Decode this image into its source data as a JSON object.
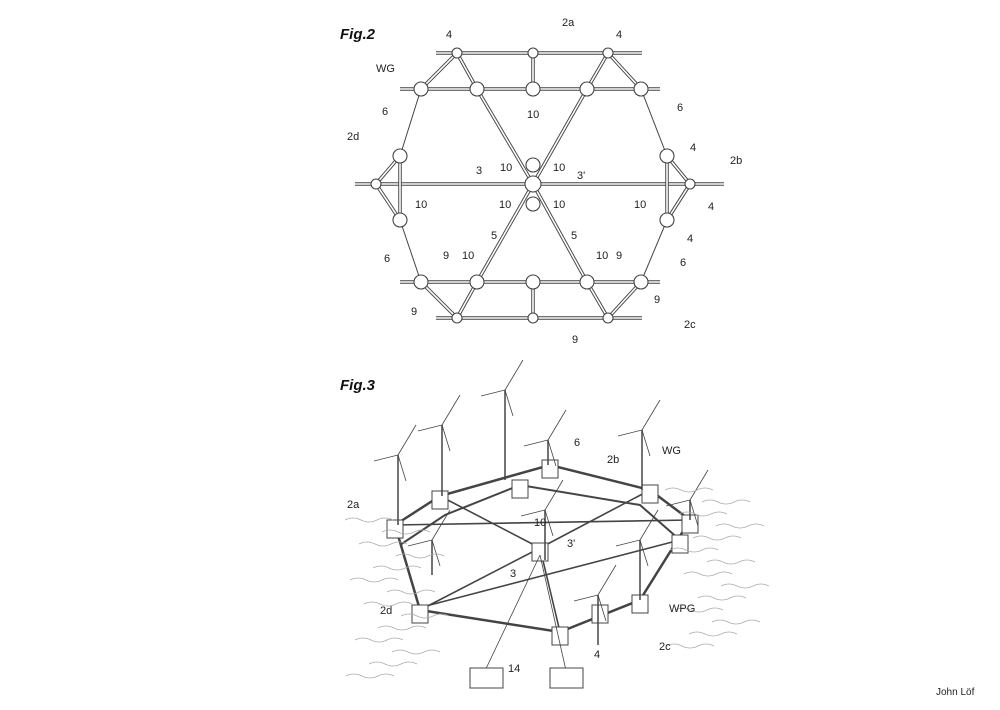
{
  "fig2": {
    "title": "Fig.2",
    "labels": [
      "2a",
      "4",
      "4",
      "WG",
      "10",
      "6",
      "6",
      "2d",
      "2b",
      "4",
      "3",
      "10",
      "10",
      "3'",
      "10",
      "10",
      "10",
      "10",
      "4",
      "4",
      "5",
      "5",
      "6",
      "6",
      "9",
      "10",
      "10",
      "9",
      "9",
      "9",
      "2c",
      "9"
    ]
  },
  "fig3": {
    "title": "Fig.3",
    "labels": [
      "6",
      "2b",
      "WG",
      "2a",
      "10",
      "3'",
      "3",
      "2d",
      "WPG",
      "2c",
      "4",
      "14"
    ]
  },
  "author": "John Löf"
}
